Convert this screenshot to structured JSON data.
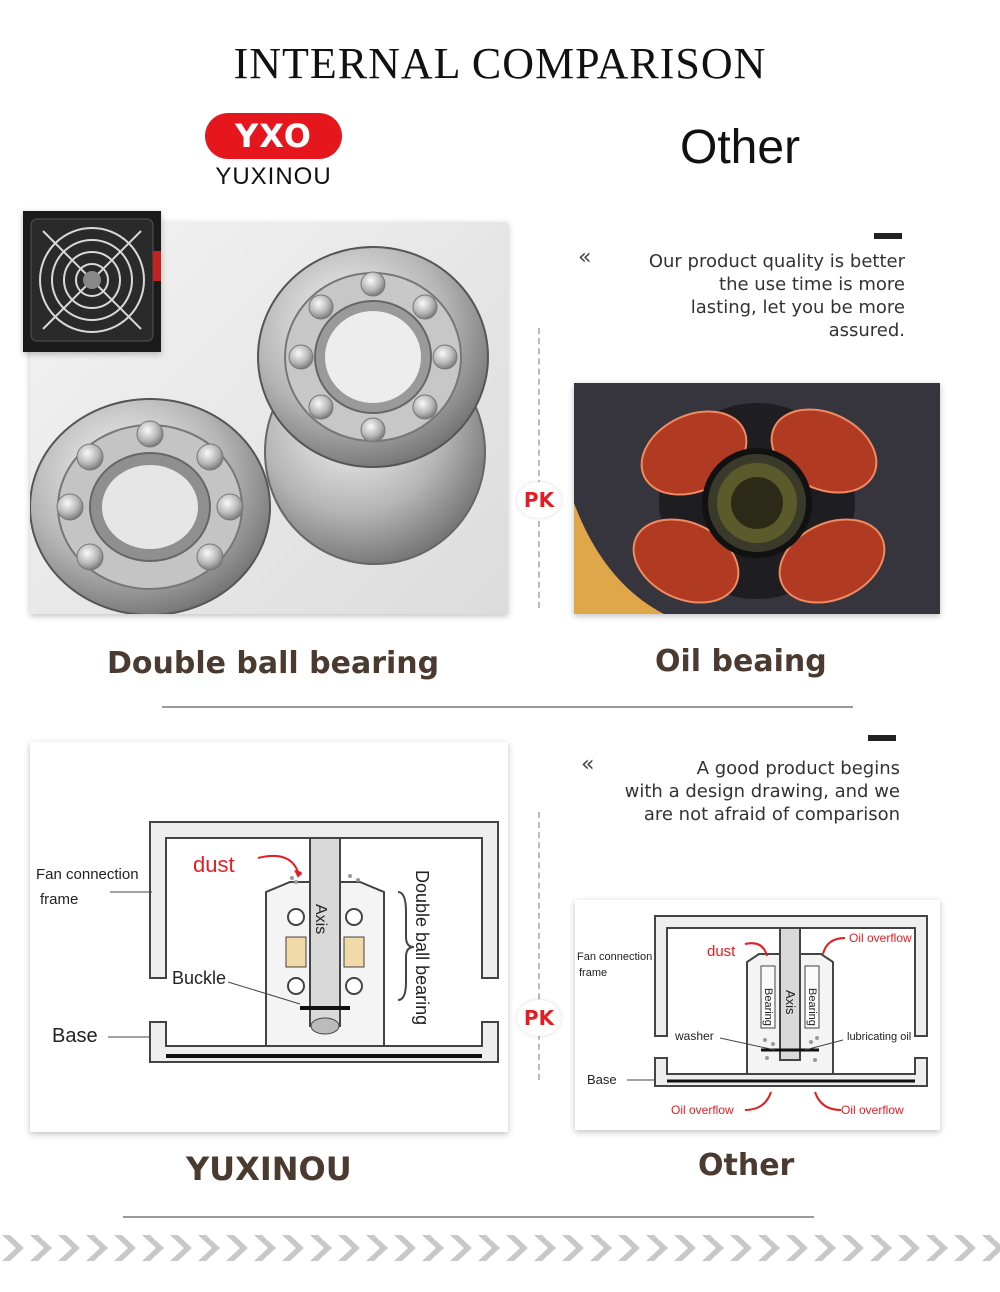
{
  "header": {
    "title": "INTERNAL COMPARISON"
  },
  "brand": {
    "logo_mark": "YXO",
    "logo_name": "YUXINOU"
  },
  "competitor": {
    "label": "Other"
  },
  "section1": {
    "quote_lines": [
      "Our product quality is better",
      "the use time is more",
      "lasting, let you be more",
      "assured."
    ],
    "left_caption": "Double ball bearing",
    "right_caption": "Oil beaing",
    "pk": "PK"
  },
  "section2": {
    "quote_lines": [
      "A good product begins",
      "with a design drawing, and we",
      "are not afraid of comparison"
    ],
    "left_caption": "YUXINOU",
    "right_caption": "Other",
    "pk": "PK",
    "left_diagram": {
      "fan_frame_line1": "Fan connection",
      "fan_frame_line2": "frame",
      "dust": "dust",
      "axis": "Axis",
      "double_ball_bearing": "Double ball bearing",
      "buckle": "Buckle",
      "base": "Base"
    },
    "right_diagram": {
      "fan_frame_line1": "Fan connection",
      "fan_frame_line2": "frame",
      "dust": "dust",
      "oil_overflow": "Oil overflow",
      "bearing": "Bearing",
      "axis": "Axis",
      "washer": "washer",
      "lubricating_oil": "lubricating oil",
      "base": "Base"
    }
  },
  "colors": {
    "brand_red": "#e5161c",
    "caption_brown": "#4a3a30",
    "pk_red": "#e21d24"
  }
}
